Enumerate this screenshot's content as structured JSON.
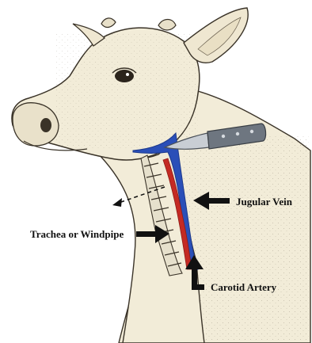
{
  "labels": {
    "jugular_vein": "Jugular Vein",
    "trachea": "Trachea or Windpipe",
    "carotid_artery": "Carotid Artery"
  },
  "colors": {
    "background": "#ffffff",
    "skin": "#f2ecd8",
    "outline": "#3a3328",
    "vein": "#2a4fb8",
    "artery": "#c42a23",
    "trachea": "#e6e0cc",
    "blade": "#c9ced4",
    "handle": "#6e7680",
    "arrow": "#111111"
  },
  "icons": {
    "knife": "knife-icon",
    "cut_direction": "dashed-arrow-icon"
  }
}
